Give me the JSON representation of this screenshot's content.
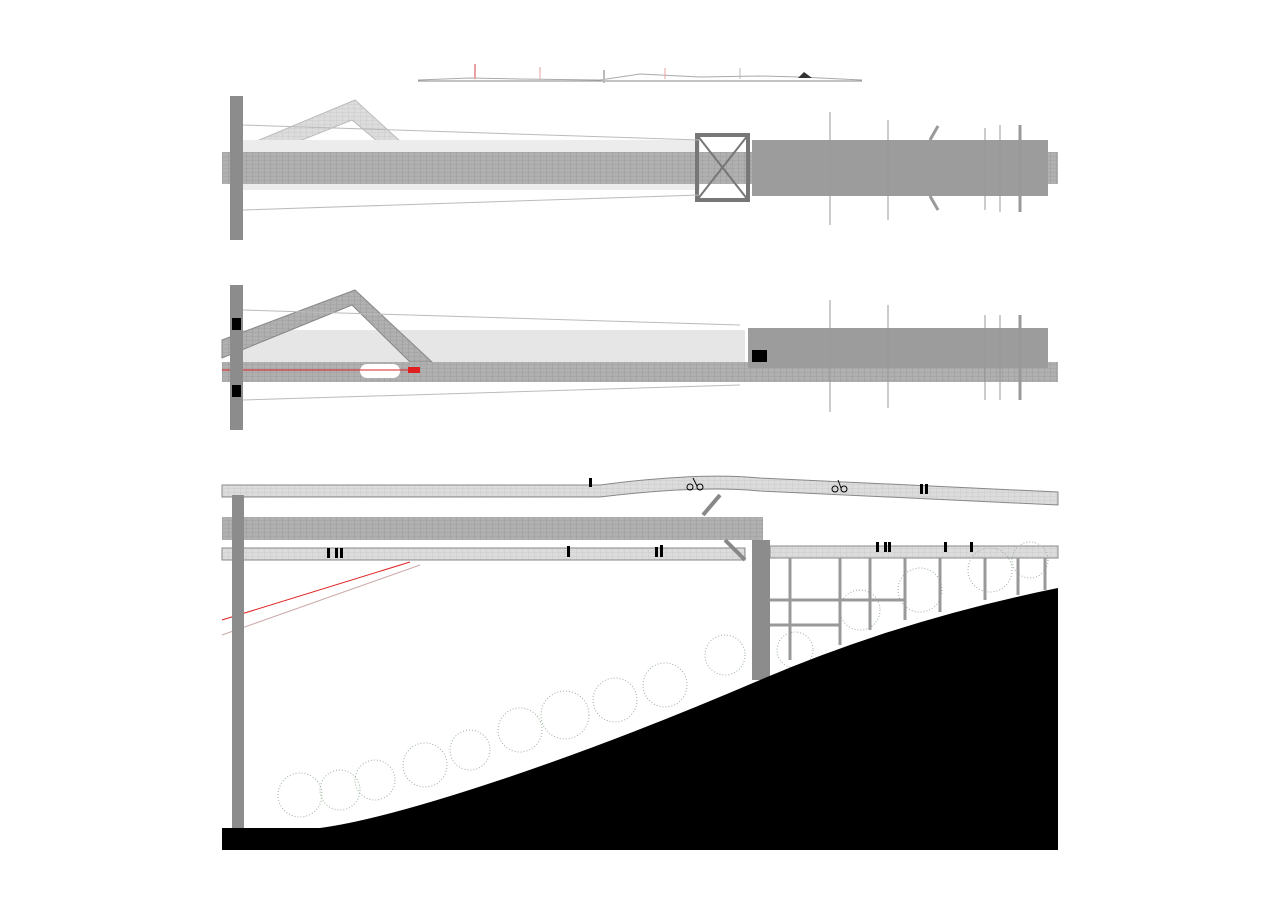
{
  "drawing": {
    "views": [
      "key-elevation",
      "upper-plan",
      "lower-plan",
      "section"
    ],
    "colors": {
      "deck": "#a8a8a8",
      "deck_light": "#e2e2e2",
      "block": "#9c9c9c",
      "ground": "#000000",
      "accent_red": "#e02020",
      "tree": "#8aa08a"
    }
  }
}
